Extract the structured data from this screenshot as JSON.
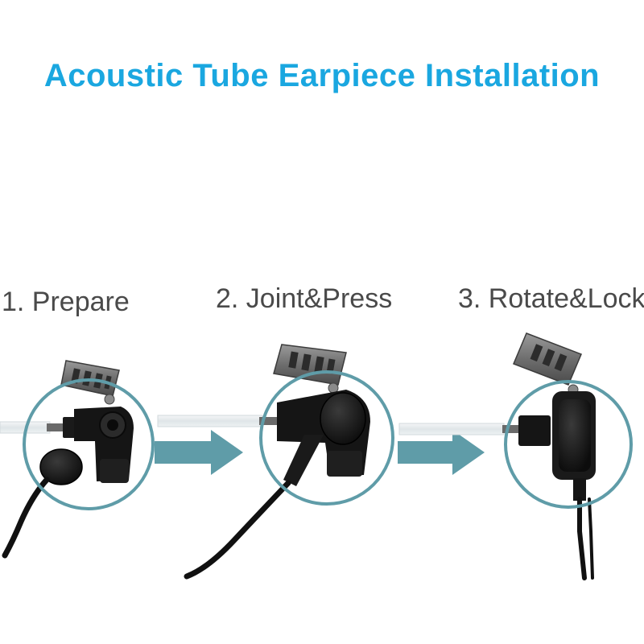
{
  "title": "Acoustic Tube Earpiece Installation",
  "steps": [
    {
      "label": "1. Prepare"
    },
    {
      "label": "2. Joint&Press"
    },
    {
      "label": "3. Rotate&Lock"
    }
  ],
  "colors": {
    "title": "#1aa7e0",
    "circle": "#5f9ca8",
    "arrow": "#5f9ca8",
    "label": "#4a4a4a"
  }
}
